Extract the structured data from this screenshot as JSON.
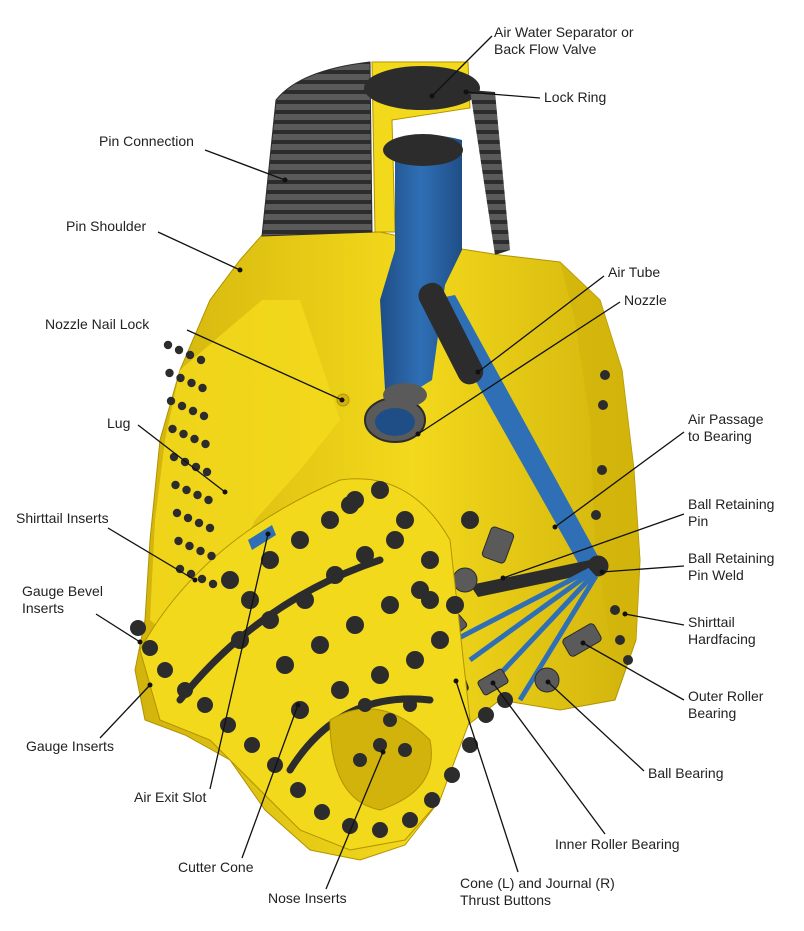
{
  "colors": {
    "body": "#f3d91c",
    "body_shadow": "#d1b30c",
    "body_dark": "#b29300",
    "steel": "#2c2c2c",
    "steel_light": "#5a5a5a",
    "air_channel": "#2f6fb5",
    "air_channel_dark": "#1f4e86",
    "leader_line": "#111111",
    "label_text": "#222222"
  },
  "labels": [
    {
      "id": "air-water-separator",
      "lines": [
        "Air Water Separator or",
        "Back Flow Valve"
      ]
    },
    {
      "id": "lock-ring",
      "lines": [
        "Lock Ring"
      ]
    },
    {
      "id": "pin-connection",
      "lines": [
        "Pin Connection"
      ]
    },
    {
      "id": "pin-shoulder",
      "lines": [
        "Pin Shoulder"
      ]
    },
    {
      "id": "air-tube",
      "lines": [
        "Air Tube"
      ]
    },
    {
      "id": "nozzle",
      "lines": [
        "Nozzle"
      ]
    },
    {
      "id": "nozzle-nail-lock",
      "lines": [
        "Nozzle Nail Lock"
      ]
    },
    {
      "id": "lug",
      "lines": [
        "Lug"
      ]
    },
    {
      "id": "air-passage",
      "lines": [
        "Air Passage",
        "to Bearing"
      ]
    },
    {
      "id": "shirttail-inserts",
      "lines": [
        "Shirttail Inserts"
      ]
    },
    {
      "id": "ball-retaining-pin",
      "lines": [
        "Ball Retaining",
        "Pin"
      ]
    },
    {
      "id": "ball-retaining-pin-weld",
      "lines": [
        "Ball Retaining",
        "Pin Weld"
      ]
    },
    {
      "id": "gauge-bevel-inserts",
      "lines": [
        "Gauge Bevel",
        "Inserts"
      ]
    },
    {
      "id": "shirttail-hardfacing",
      "lines": [
        "Shirttail",
        "Hardfacing"
      ]
    },
    {
      "id": "outer-roller-bearing",
      "lines": [
        "Outer Roller",
        "Bearing"
      ]
    },
    {
      "id": "gauge-inserts",
      "lines": [
        "Gauge Inserts"
      ]
    },
    {
      "id": "ball-bearing",
      "lines": [
        "Ball Bearing"
      ]
    },
    {
      "id": "air-exit-slot",
      "lines": [
        "Air Exit Slot"
      ]
    },
    {
      "id": "inner-roller-bearing",
      "lines": [
        "Inner Roller Bearing"
      ]
    },
    {
      "id": "cutter-cone",
      "lines": [
        "Cutter Cone"
      ]
    },
    {
      "id": "cone-journal-thrust",
      "lines": [
        "Cone (L) and Journal (R)",
        "Thrust Buttons"
      ]
    },
    {
      "id": "nose-inserts",
      "lines": [
        "Nose Inserts"
      ]
    }
  ]
}
